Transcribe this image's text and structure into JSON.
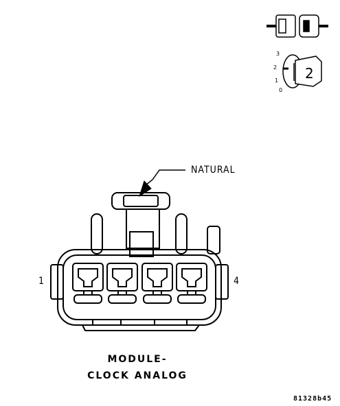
{
  "labels": {
    "wire_color": "NATURAL",
    "pin_first": "1",
    "pin_last": "4",
    "title_line1": "MODULE-",
    "title_line2": "CLOCK ANALOG",
    "figure_ref": "81328b45"
  },
  "icons": {
    "connector_view_icon": "connector-side-view-icon",
    "key_icon": "ignition-key-icon",
    "key_positions": [
      "3",
      "2",
      "1",
      "0"
    ],
    "key_label": "2"
  }
}
